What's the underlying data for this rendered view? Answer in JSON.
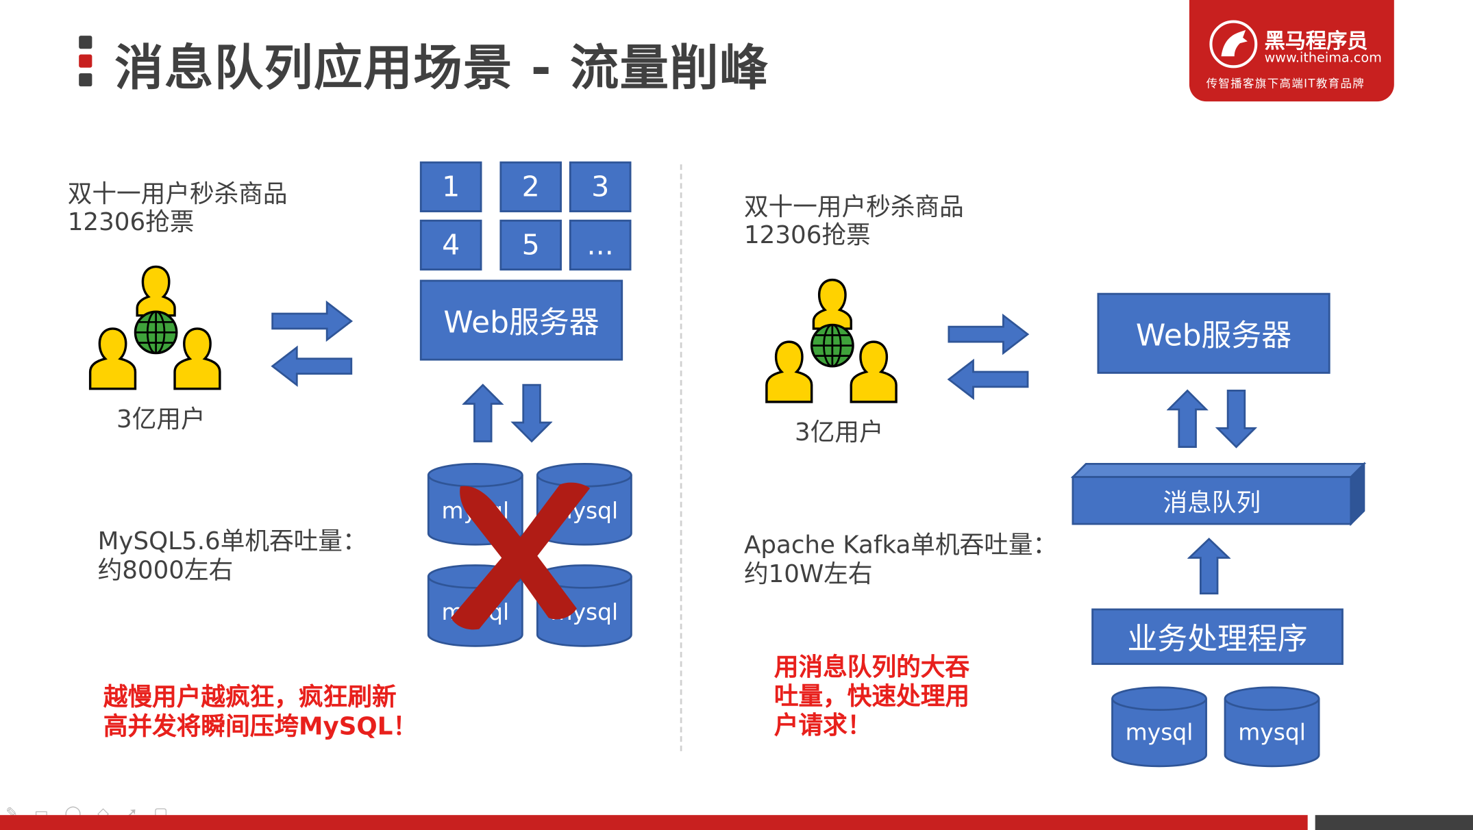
{
  "slide": {
    "title": "消息队列应用场景 - 流量削峰",
    "colors": {
      "primary_blue": "#4472c4",
      "border_blue": "#2f5597",
      "brand_red": "#c8201f",
      "alert_red": "#e8201c",
      "title_gray": "#404040"
    }
  },
  "brand": {
    "name": "黑马程序员",
    "url": "www.itheima.com",
    "slogan": "传智播客旗下高端IT教育品牌"
  },
  "left": {
    "scenario_line1": "双十一用户秒杀商品",
    "scenario_line2": "12306抢票",
    "users_label": "3亿用户",
    "grid": [
      "1",
      "2",
      "3",
      "4",
      "5",
      "..."
    ],
    "web_server": "Web服务器",
    "db_label": "mysql",
    "throughput_line1": "MySQL5.6单机吞吐量：",
    "throughput_line2": "约8000左右",
    "warning_line1": "越慢用户越疯狂，疯狂刷新",
    "warning_line2": "高并发将瞬间压垮MySQL！"
  },
  "right": {
    "scenario_line1": "双十一用户秒杀商品",
    "scenario_line2": "12306抢票",
    "users_label": "3亿用户",
    "web_server": "Web服务器",
    "queue": "消息队列",
    "processor": "业务处理程序",
    "db_label": "mysql",
    "throughput_line1": "Apache Kafka单机吞吐量：",
    "throughput_line2": "约10W左右",
    "note_line1": "用消息队列的大吞",
    "note_line2": "吐量，快速处理用",
    "note_line3": "户请求！"
  },
  "icons": [
    "users-globe-icon",
    "arrow-right-icon",
    "arrow-left-icon",
    "arrow-up-icon",
    "arrow-down-icon",
    "database-cylinder-icon",
    "red-x-icon",
    "horse-logo-icon"
  ]
}
